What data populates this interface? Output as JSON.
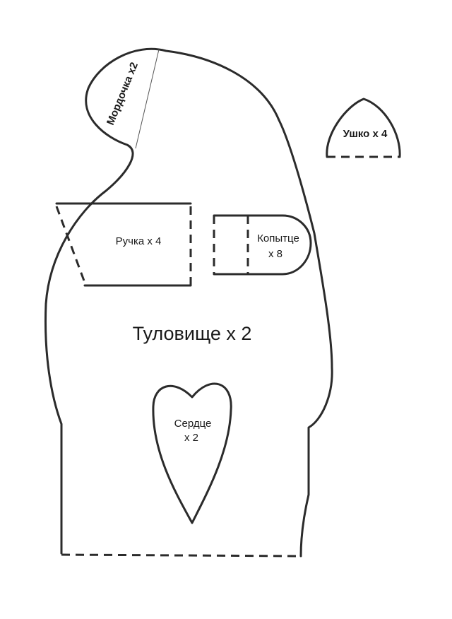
{
  "pieces": {
    "face": {
      "label": "Мордочка х2"
    },
    "ear": {
      "label": "Ушко х 4"
    },
    "arm": {
      "label": "Ручка х 4"
    },
    "hoof": {
      "label_line1": "Копытце",
      "label_line2": "х 8"
    },
    "body": {
      "label": "Туловище х 2"
    },
    "heart": {
      "label_line1": "Сердце",
      "label_line2": "х 2"
    }
  }
}
